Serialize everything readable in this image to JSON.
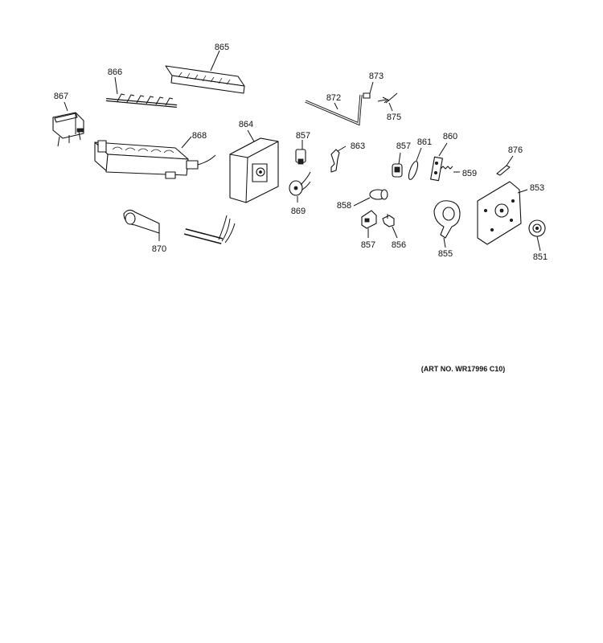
{
  "diagram": {
    "art_number": "(ART NO. WR17996 C10)",
    "callouts": [
      "865",
      "866",
      "867",
      "868",
      "864",
      "857",
      "869",
      "873",
      "872",
      "875",
      "863",
      "858",
      "857",
      "856",
      "857",
      "861",
      "860",
      "859",
      "876",
      "853",
      "855",
      "851",
      "870"
    ]
  }
}
